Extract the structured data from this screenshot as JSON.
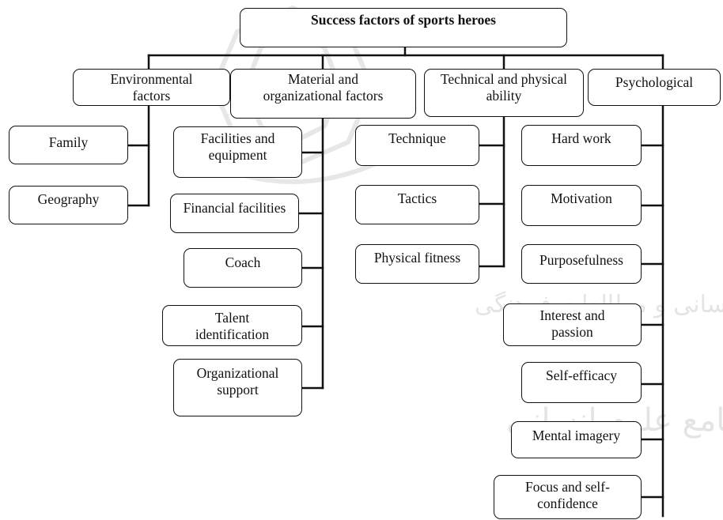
{
  "title": "Success factors of sports heroes",
  "categories": {
    "environmental": {
      "label": "Environmental\nfactors",
      "items": [
        "Family",
        "Geography"
      ]
    },
    "material": {
      "label": "Material and\norganizational factors",
      "items": [
        "Facilities and\nequipment",
        "Financial facilities",
        "Coach",
        "Talent\nidentification",
        "Organizational\nsupport"
      ]
    },
    "technical": {
      "label": "Technical and physical\nability",
      "items": [
        "Technique",
        "Tactics",
        "Physical fitness"
      ]
    },
    "psychological": {
      "label": "Psychological",
      "items": [
        "Hard work",
        "Motivation",
        "Purposefulness",
        "Interest and\npassion",
        "Self-efficacy",
        "Mental imagery",
        "Focus and self-\nconfidence"
      ]
    }
  },
  "colors": {
    "line": "#111111",
    "watermark": "#c8c8c8"
  }
}
